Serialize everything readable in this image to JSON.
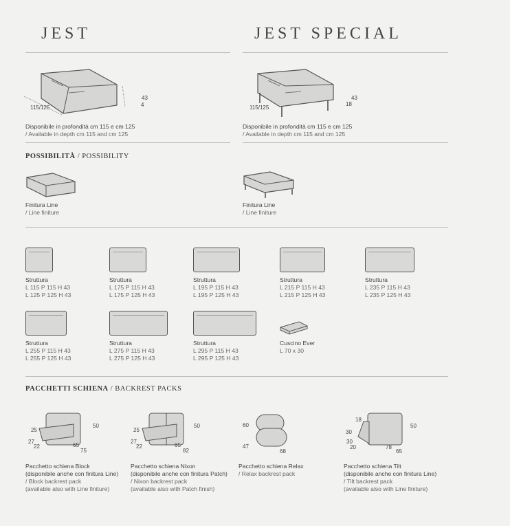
{
  "header": {
    "left_title": "JEST",
    "right_title": "JEST SPECIAL"
  },
  "jest": {
    "dims": {
      "height": "43",
      "base": "4",
      "depth": "115/125"
    },
    "line1": "Disponibile in profondità cm 115 e cm 125",
    "line2": "/ Available in depth cm 115 and cm 125"
  },
  "jest_special": {
    "dims": {
      "height": "43",
      "legs": "18",
      "depth": "115/125"
    },
    "line1": "Disponibile in profondità cm 115 e cm 125",
    "line2": "/ Available in depth cm 115 and cm 125"
  },
  "possibility": {
    "title_it": "POSSIBILITÀ",
    "title_en": "/ POSSIBILITY",
    "items": [
      {
        "label": "Finitura Line",
        "sub": "/ Line finiture"
      },
      {
        "label": "Finitura Line",
        "sub": "/ Line finiture"
      }
    ]
  },
  "modules": [
    {
      "label": "Struttura",
      "l1": "L 115 P 115 H 43",
      "l2": "L 125 P 125 H 43"
    },
    {
      "label": "Struttura",
      "l1": "L 175 P 115 H 43",
      "l2": "L 175 P 125 H 43"
    },
    {
      "label": "Struttura",
      "l1": "L 195 P 115 H 43",
      "l2": "L 195 P 125 H 43"
    },
    {
      "label": "Struttura",
      "l1": "L 215 P 115 H 43",
      "l2": "L 215 P 125 H 43"
    },
    {
      "label": "Struttura",
      "l1": "L 235 P 115 H 43",
      "l2": "L 235 P 125 H 43"
    },
    {
      "label": "Struttura",
      "l1": "L 255 P 115 H 43",
      "l2": "L 255 P 125 H 43"
    },
    {
      "label": "Struttura",
      "l1": "L 275 P 115 H 43",
      "l2": "L 275 P 125 H 43"
    },
    {
      "label": "Struttura",
      "l1": "L 295 P 115 H 43",
      "l2": "L 295 P 125 H 43"
    },
    {
      "label": "Cuscino Ever",
      "l1": "L 70 x 30"
    }
  ],
  "backrest": {
    "title_it": "PACCHETTI SCHIENA",
    "title_en": "/ BACKREST PACKS",
    "packs": [
      {
        "name": "Pacchetto schiena Block",
        "note": "(disponibile anche con finitura Line)",
        "en": "/ Block backrest pack",
        "en_note": "(available also with Line finiture)",
        "dims": [
          "25",
          "50",
          "27",
          "22",
          "65",
          "75"
        ]
      },
      {
        "name": "Pacchetto schiena Nixon",
        "note": "(disponibile anche con finitura Patch)",
        "en": "/ Nixon backrest pack",
        "en_note": "(available also with Patch finish)",
        "dims": [
          "25",
          "50",
          "27",
          "22",
          "65",
          "82"
        ]
      },
      {
        "name": "Pacchetto schiena Relax",
        "en": "/ Relax backrest pack",
        "dims": [
          "60",
          "47",
          "68"
        ]
      },
      {
        "name": "Pacchetto schiena Tilt",
        "note": "(disponibile anche con finitura Line)",
        "en": "/ Tilt backrest pack",
        "en_note": "(available also with Line finiture)",
        "dims": [
          "18",
          "30",
          "50",
          "30",
          "20",
          "78",
          "65"
        ]
      }
    ]
  }
}
